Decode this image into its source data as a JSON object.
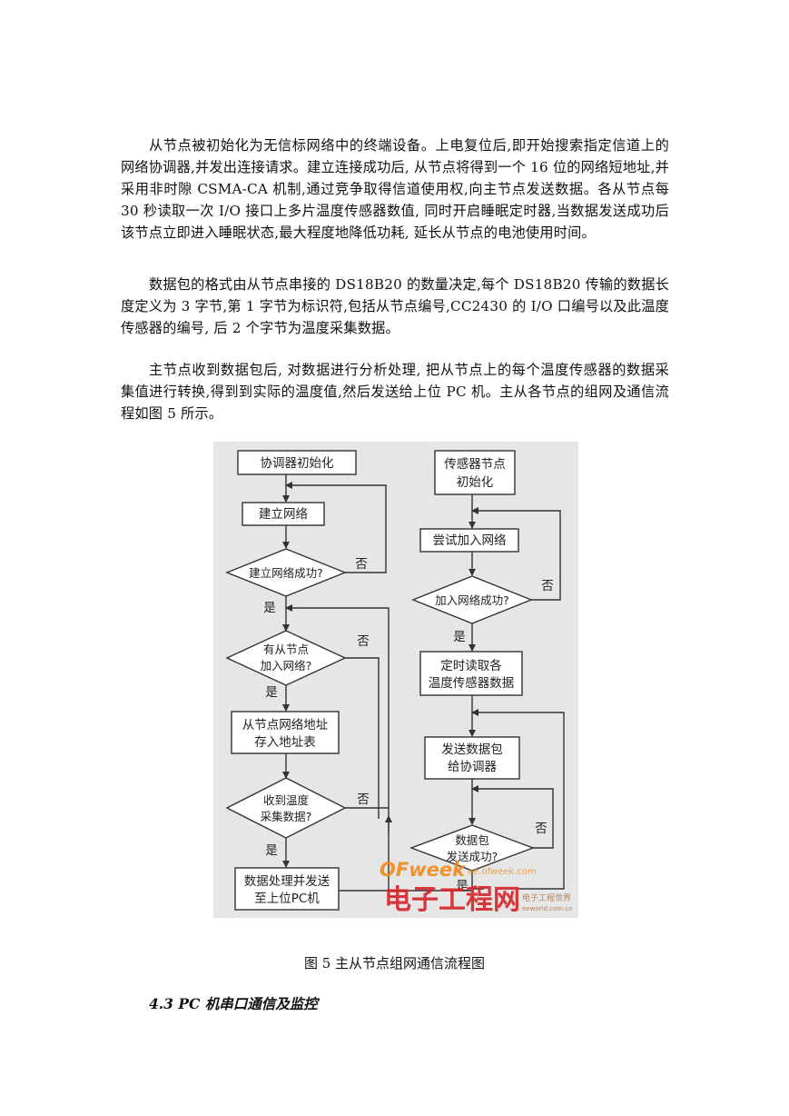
{
  "paragraphs": [
    "从节点被初始化为无信标网络中的终端设备。上电复位后,即开始搜索指定信道上的网络协调器,并发出连接请求。建立连接成功后, 从节点将得到一个 16 位的网络短地址,并采用非时隙 CSMA-CA 机制,通过竞争取得信道使用权,向主节点发送数据。各从节点每 30 秒读取一次 I/O 接口上多片温度传感器数值, 同时开启睡眠定时器,当数据发送成功后该节点立即进入睡眠状态,最大程度地降低功耗, 延长从节点的电池使用时间。",
    "数据包的格式由从节点串接的 DS18B20 的数量决定,每个 DS18B20 传输的数据长度定义为 3 字节,第 1 字节为标识符,包括从节点编号,CC2430 的 I/O 口编号以及此温度传感器的编号, 后 2 个字节为温度采集数据。",
    "主节点收到数据包后, 对数据进行分析处理, 把从节点上的每个温度传感器的数据采集值进行转换,得到到实际的温度值,然后发送给上位 PC 机。主从各节点的组网及通信流程如图 5 所示。"
  ],
  "flowchart": {
    "left": {
      "coord_init": "协调器初始化",
      "build_net": "建立网络",
      "build_ok": "建立网络成功?",
      "has_child_l1": "有从节点",
      "has_child_l2": "加入网络?",
      "store_l1": "从节点网络地址",
      "store_l2": "存入地址表",
      "recv_l1": "收到温度",
      "recv_l2": "采集数据?",
      "process_l1": "数据处理并发送",
      "process_l2": "至上位PC机"
    },
    "right": {
      "sensor_init_l1": "传感器节点",
      "sensor_init_l2": "初始化",
      "try_join": "尝试加入网络",
      "join_ok": "加入网络成功?",
      "read_l1": "定时读取各",
      "read_l2": "温度传感器数据",
      "send_l1": "发送数据包",
      "send_l2": "给协调器",
      "sent_l1": "数据包",
      "sent_l2": "发送成功?"
    },
    "yes": "是",
    "no": "否",
    "watermark": {
      "ofweek": "OFweek",
      "url": "ee.ofweek.com",
      "big": "电子工程网",
      "small1": "电子工程世界",
      "small2": "eeworld.com.cn",
      "colors": {
        "ofweek": "#f08a1c",
        "big": "#d8232a",
        "small": "#b06a3a"
      }
    },
    "colors": {
      "background": "#e6e6e6",
      "stroke": "#333333"
    }
  },
  "caption": "图 5 主从节点组网通信流程图",
  "section_heading": "4.3 PC 机串口通信及监控"
}
